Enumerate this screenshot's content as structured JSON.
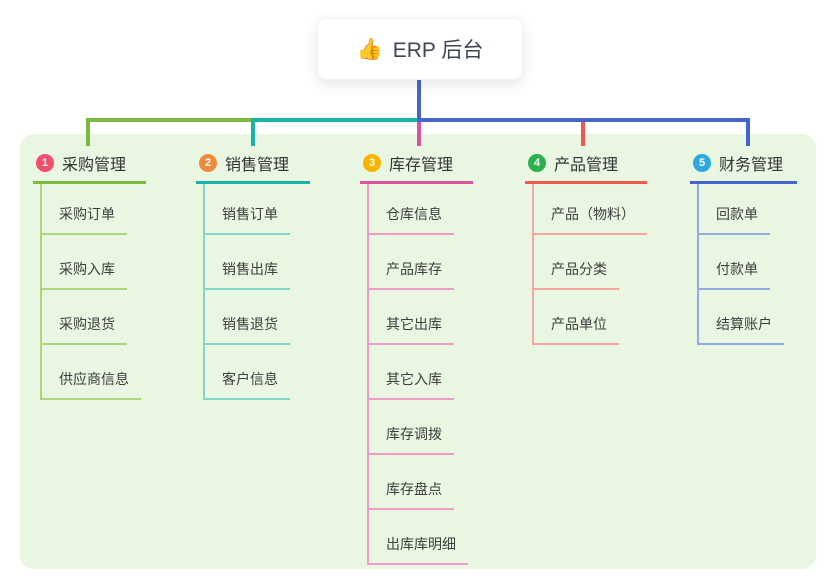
{
  "root": {
    "label": "ERP 后台",
    "emoji": "👍"
  },
  "branches": [
    {
      "index": "1",
      "label": "采购管理",
      "badge_color": "#f1506c",
      "line_color": "#7cb93e",
      "child_line_color": "#abd57e",
      "children": [
        "采购订单",
        "采购入库",
        "采购退货",
        "供应商信息"
      ]
    },
    {
      "index": "2",
      "label": "销售管理",
      "badge_color": "#f08a3c",
      "line_color": "#16b3a6",
      "child_line_color": "#82d6cb",
      "children": [
        "销售订单",
        "销售出库",
        "销售退货",
        "客户信息"
      ]
    },
    {
      "index": "3",
      "label": "库存管理",
      "badge_color": "#f7b400",
      "line_color": "#d8559d",
      "child_line_color": "#f09cc8",
      "children": [
        "仓库信息",
        "产品库存",
        "其它出库",
        "其它入库",
        "库存调拨",
        "库存盘点",
        "出库库明细"
      ]
    },
    {
      "index": "4",
      "label": "产品管理",
      "badge_color": "#2ab14c",
      "line_color": "#f25750",
      "child_line_color": "#f7a6a0",
      "children": [
        "产品（物料）",
        "产品分类",
        "产品单位"
      ]
    },
    {
      "index": "5",
      "label": "财务管理",
      "badge_color": "#2fa8e1",
      "line_color": "#4465cd",
      "child_line_color": "#93abe3",
      "children": [
        "回款单",
        "付款单",
        "结算账户"
      ]
    }
  ],
  "colors": {
    "panel_background": "#e9f6e2",
    "root_text": "#3c4656",
    "child_text": "#3e3e3e"
  }
}
